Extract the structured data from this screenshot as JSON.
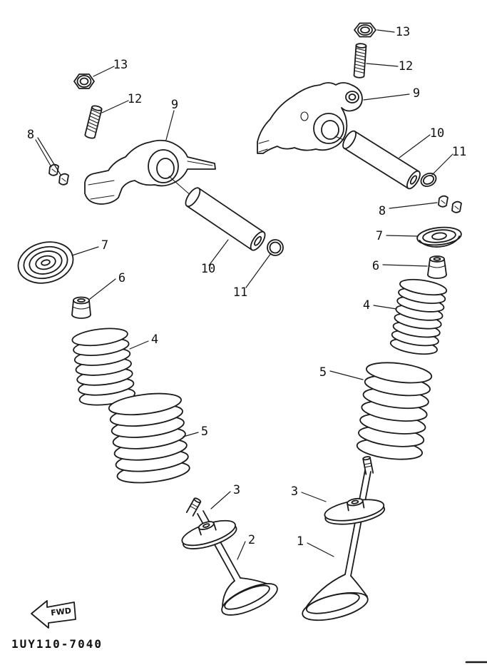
{
  "figure": {
    "part_code": "1UY110-7040",
    "fwd_label": "FWD",
    "ink_color": "#1b1b1b",
    "paper_color": "#ffffff",
    "callouts": [
      {
        "part": "nut-right",
        "label": "13"
      },
      {
        "part": "adjuster-screw-right",
        "label": "12"
      },
      {
        "part": "rocker-arm-right",
        "label": "9"
      },
      {
        "part": "rocker-shaft-right",
        "label": "10"
      },
      {
        "part": "o-ring-right",
        "label": "11"
      },
      {
        "part": "valve-cotters-right",
        "label": "8"
      },
      {
        "part": "spring-retainer-right",
        "label": "7"
      },
      {
        "part": "valve-stem-seal-right",
        "label": "6"
      },
      {
        "part": "inner-valve-spring-right",
        "label": "4"
      },
      {
        "part": "outer-valve-spring-right",
        "label": "5"
      },
      {
        "part": "spring-seat-right",
        "label": "3"
      },
      {
        "part": "valve-right",
        "label": "1"
      },
      {
        "part": "nut-left",
        "label": "13"
      },
      {
        "part": "adjuster-screw-left",
        "label": "12"
      },
      {
        "part": "rocker-arm-left",
        "label": "9"
      },
      {
        "part": "valve-cotters-left",
        "label": "8"
      },
      {
        "part": "spring-retainer-left",
        "label": "7"
      },
      {
        "part": "valve-stem-seal-left",
        "label": "6"
      },
      {
        "part": "rocker-shaft-left",
        "label": "10"
      },
      {
        "part": "o-ring-left",
        "label": "11"
      },
      {
        "part": "inner-valve-spring-left",
        "label": "4"
      },
      {
        "part": "outer-valve-spring-left",
        "label": "5"
      },
      {
        "part": "spring-seat-left",
        "label": "3"
      },
      {
        "part": "valve-left",
        "label": "2"
      }
    ]
  }
}
